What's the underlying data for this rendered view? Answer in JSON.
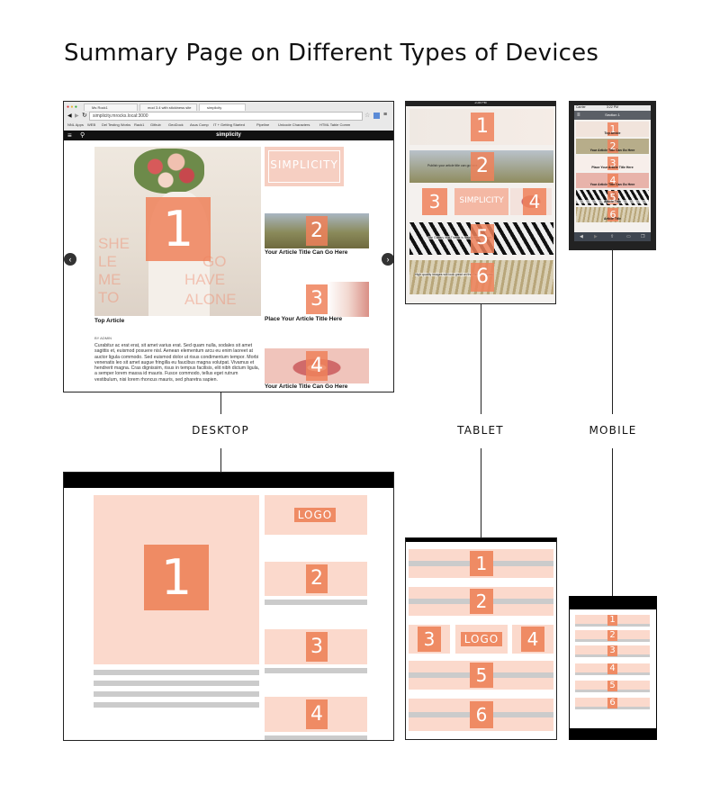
{
  "title": "Summary Page on Different Types of Devices",
  "labels": {
    "desktop": "DESKTOP",
    "tablet": "TABLET",
    "mobile": "MOBILE"
  },
  "colors": {
    "accent": "#ef8b64",
    "wireframe_fill": "#fbd9cc",
    "wireframe_bar": "#cbcbcb",
    "header": "#111111"
  },
  "desktop_screenshot": {
    "tabs": [
      "Ms Rock1",
      "mod 3.4 with stickiness site",
      "simplicity"
    ],
    "url": "simplicity.mrocks.local:3000",
    "bookmarks": [
      "NNL Apps",
      "WEB",
      "Del Testing Works",
      "Rack1",
      "Github",
      "GeoDock",
      "Asus Comp",
      "IT + Getting Started",
      "Pipeline",
      "Unicode Characters",
      "HTML Table Comm"
    ],
    "site_name": "simplicity",
    "logo_text": "SIMPLICITY",
    "numbers": [
      "1",
      "2",
      "3",
      "4"
    ],
    "hero_overlay": [
      "SHE",
      "LE",
      "ME",
      "TO",
      "GO",
      "HAVE",
      "ALONE"
    ],
    "articles": {
      "top": "Top Article",
      "a2": "Your Article Title Can Go Here",
      "a3": "Place Your Article Title Here",
      "a4": "Your Article Title Can Go Here"
    },
    "byline": "BY ADMIN",
    "body": "Curabitur ac erat erat, sit amet varius erat. Sed quam nulla, sodales sit amet sagittis et, euismod posuere nisl. Aenean elementum arcu eu enim laoreet at auctor ligula commodo. Sed euismod dolor ut risus condimentum tempor. Morbi venenatis leo sit amet augue fringilla eu faucibus magna volutpat. Vivamus et hendrerit magna. Cras dignissim, risus in tempus facilisis, elit nibh dictum ligula, a semper lorem massa id mauris. Fusce commodo, tellus eget rutrum vestibulum, nisi lorem rhoncus mauris, sed pharetra sapien."
  },
  "tablet_screenshot": {
    "status_time": "2:28 PM",
    "numbers": [
      "1",
      "2",
      "3",
      "4",
      "5",
      "6"
    ],
    "logo_text": "SIMPLICITY",
    "captions": [
      "Publish your article title can go here",
      "The Gallery in a Theme is Really Mobile Page",
      "High quality images will look great on the Retina Display"
    ]
  },
  "mobile_screenshot": {
    "carrier": "Carrier",
    "time": "3:22 PM",
    "header": "Section 1",
    "numbers": [
      "1",
      "2",
      "3",
      "4",
      "5",
      "6"
    ],
    "captions": [
      "Top Article",
      "Your Article Title Can Go Here",
      "Place Your Article Title Here",
      "Your Article Title Can Go Here",
      "Article Title",
      "Article Title"
    ]
  },
  "desktop_wireframe": {
    "logo": "LOGO",
    "numbers": [
      "1",
      "2",
      "3",
      "4"
    ]
  },
  "tablet_wireframe": {
    "logo": "LOGO",
    "numbers": [
      "1",
      "2",
      "3",
      "4",
      "5",
      "6"
    ]
  },
  "mobile_wireframe": {
    "numbers": [
      "1",
      "2",
      "3",
      "4",
      "5",
      "6"
    ]
  }
}
